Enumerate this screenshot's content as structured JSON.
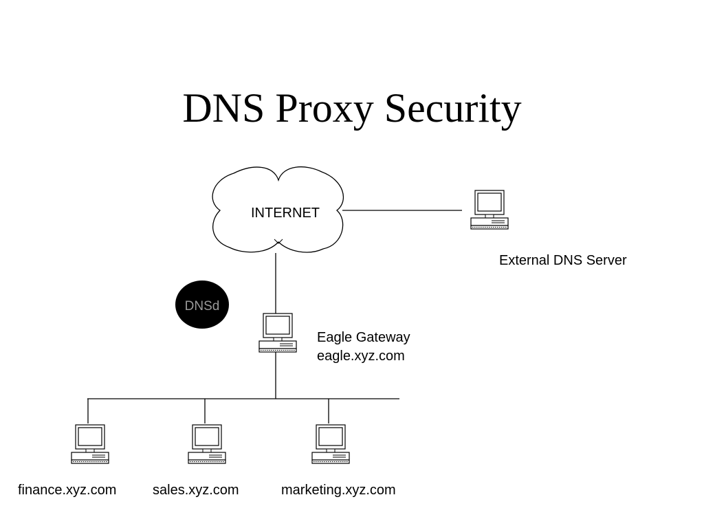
{
  "title": "DNS Proxy Security",
  "cloud_label": "INTERNET",
  "dnsd_label": "DNSd",
  "external_dns": {
    "label": "External DNS Server"
  },
  "gateway": {
    "name": "Eagle Gateway",
    "host": "eagle.xyz.com"
  },
  "hosts": [
    {
      "label": "finance.xyz.com"
    },
    {
      "label": "sales.xyz.com"
    },
    {
      "label": "marketing.xyz.com"
    }
  ],
  "colors": {
    "line": "#000000",
    "dnsd_fill": "#000000",
    "dnsd_text": "#9a9a9a",
    "background": "#ffffff"
  }
}
